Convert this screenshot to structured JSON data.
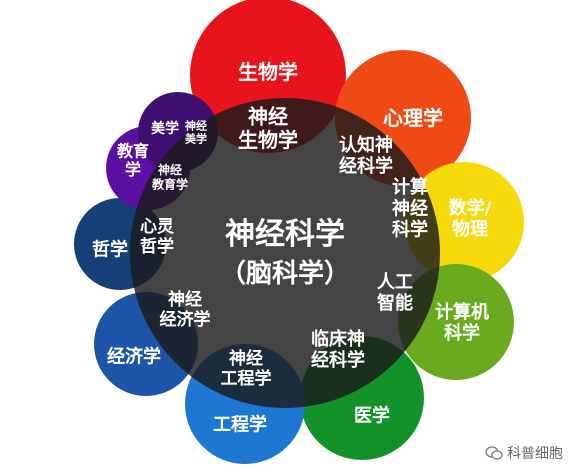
{
  "diagram": {
    "center": {
      "line1": "神经科学",
      "line2": "（脑科学）"
    },
    "outer_discs": [
      {
        "id": "biology",
        "lines": [
          "生物学"
        ],
        "color": "#e8141c"
      },
      {
        "id": "psychology",
        "lines": [
          "心理学"
        ],
        "color": "#f04a14"
      },
      {
        "id": "math-physics",
        "lines": [
          "数学/",
          "物理"
        ],
        "color": "#f5d90a"
      },
      {
        "id": "cs",
        "lines": [
          "计算机",
          "科学"
        ],
        "color": "#6aaa1f"
      },
      {
        "id": "medicine",
        "lines": [
          "医学"
        ],
        "color": "#13922a"
      },
      {
        "id": "engineering",
        "lines": [
          "工程学"
        ],
        "color": "#1e78d2"
      },
      {
        "id": "economics",
        "lines": [
          "经济学"
        ],
        "color": "#1d55a8"
      },
      {
        "id": "philosophy",
        "lines": [
          "哲学"
        ],
        "color": "#143f78"
      },
      {
        "id": "education",
        "lines": [
          "教育",
          "学"
        ],
        "color": "#5b10a3"
      },
      {
        "id": "aesthetics",
        "lines": [
          "美学"
        ],
        "color": "#3e0f70"
      }
    ],
    "overlap_labels": [
      {
        "id": "neurobiology",
        "lines": [
          "神经",
          "生物学"
        ]
      },
      {
        "id": "cognitive",
        "lines": [
          "认知神",
          "经科学"
        ]
      },
      {
        "id": "computational",
        "lines": [
          "计算",
          "神经",
          "科学"
        ]
      },
      {
        "id": "ai",
        "lines": [
          "人工",
          "智能"
        ]
      },
      {
        "id": "clinical",
        "lines": [
          "临床神",
          "经科学"
        ]
      },
      {
        "id": "neuroengineering",
        "lines": [
          "神经",
          "工程学"
        ]
      },
      {
        "id": "neuroeconomics",
        "lines": [
          "神经",
          "经济学"
        ]
      },
      {
        "id": "philosophy-of-mind",
        "lines": [
          "心灵",
          "哲学"
        ]
      },
      {
        "id": "neuroeducation",
        "lines": [
          "神经",
          "教育学"
        ]
      },
      {
        "id": "neuroaesthetics",
        "lines": [
          "神经",
          "美学"
        ]
      }
    ]
  },
  "watermark": {
    "text": "科普细胞",
    "icon": "wechat-icon"
  }
}
